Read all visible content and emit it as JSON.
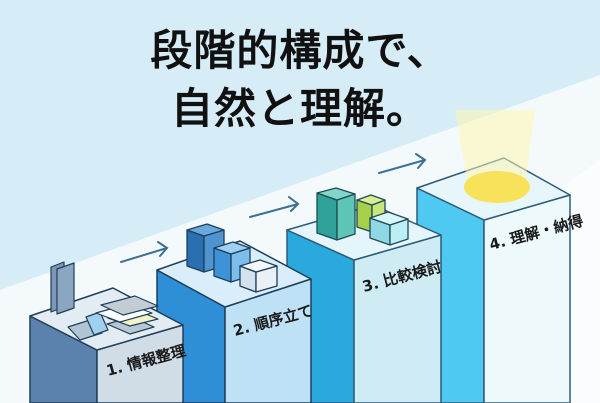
{
  "headline": {
    "line1": "段階的構成で、",
    "line2": "自然と理解。"
  },
  "steps": [
    {
      "number": "1.",
      "label": "情報整理",
      "icon": "documents-and-papers-icon"
    },
    {
      "number": "2.",
      "label": "順序立て",
      "icon": "stacked-blocks-icon"
    },
    {
      "number": "3.",
      "label": "比較検討",
      "icon": "comparison-blocks-icon"
    },
    {
      "number": "4.",
      "label": "理解・納得",
      "icon": "light-spotlight-icon"
    }
  ],
  "labels": {
    "s1": "1. 情報整理",
    "s2": "2. 順序立て",
    "s3": "3. 比較検討",
    "s4": "4. 理解・納得"
  },
  "colors": {
    "background_top": "#d6edf7",
    "background_light": "#f4fafc",
    "pillar1": "#5b82ad",
    "pillar2": "#2f8fd6",
    "pillar3": "#2aa9de",
    "pillar4": "#4fc8f2",
    "highlight": "#f7e25a",
    "outline": "#1f3f5a"
  }
}
